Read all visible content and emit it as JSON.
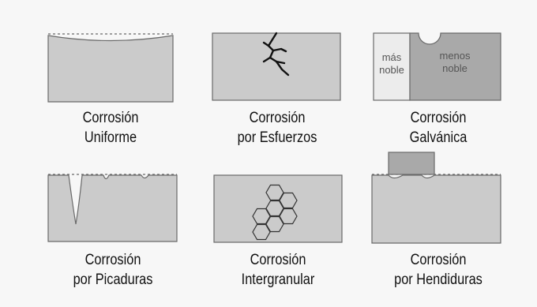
{
  "colors": {
    "metal": "#cbcbcb",
    "outline": "#6a6a6a",
    "noble": "#ececec",
    "less_noble": "#a9a9a9",
    "background": "#f7f7f7",
    "crack": "#111111"
  },
  "panels": [
    {
      "id": "uniforme",
      "title": "Corrosión",
      "subtitle": "Uniforme"
    },
    {
      "id": "esfuerzos",
      "title": "Corrosión",
      "subtitle": "por Esfuerzos"
    },
    {
      "id": "galvanica",
      "title": "Corrosión",
      "subtitle": "Galvánica",
      "labels": {
        "noble_1": "más",
        "noble_2": "noble",
        "less_1": "menos",
        "less_2": "noble"
      }
    },
    {
      "id": "picaduras",
      "title": "Corrosión",
      "subtitle": "por Picaduras"
    },
    {
      "id": "intergranular",
      "title": "Corrosión",
      "subtitle": "Intergranular"
    },
    {
      "id": "hendiduras",
      "title": "Corrosión",
      "subtitle": "por Hendiduras"
    }
  ]
}
